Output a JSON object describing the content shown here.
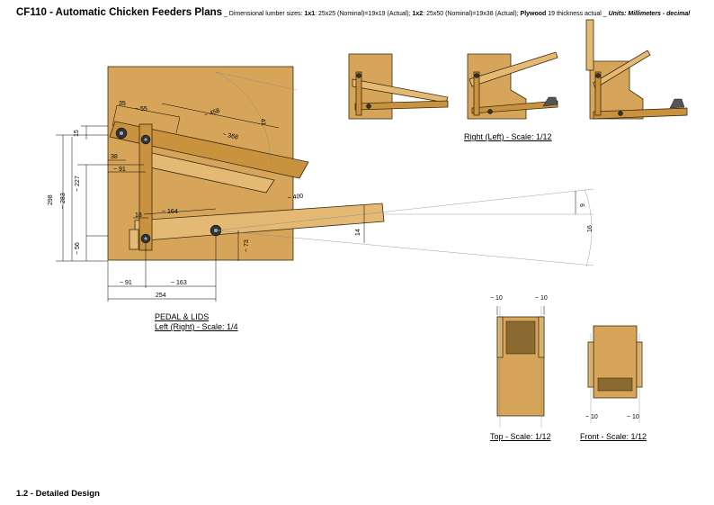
{
  "header": {
    "title": "CF110 - Automatic Chicken Feeders Plans",
    "sep1": " _ Dimensional lumber sizes: ",
    "l1": "1x1",
    "t1": ": 25x25 (Nominal)=19x19 (Actual); ",
    "l2": "1x2",
    "t2": ": 25x50 (Nominal)=19x38 (Actual); ",
    "ply": "Plywood",
    "t3": " 19 thickness actual _ ",
    "units": "Units: Millimeters - decimal"
  },
  "captions": {
    "pedal_line1": "PEDAL & LIDS",
    "pedal_line2": "Left (Right) - Scale: 1/4",
    "right_view": "Right (Left) - Scale: 1/12",
    "top_view": "Top - Scale: 1/12",
    "front_view": "Front - Scale: 1/12"
  },
  "dimensions": {
    "d35": "35",
    "d55": "~ 55",
    "d458": "~ 458",
    "d41": "41",
    "d368": "~ 368",
    "d15": "15",
    "d38": "38",
    "d91a": "~ 91",
    "d298": "298",
    "d283": "~ 283",
    "d227": "~ 227",
    "d400": "~ 400",
    "d18": "18",
    "d164": "~ 164",
    "d9": "9",
    "d16": "16",
    "d14": "14",
    "d56": "~ 56",
    "d73": "~ 73",
    "d91b": "~ 91",
    "d163": "~ 163",
    "d254": "254",
    "top_10a": "~ 10",
    "top_10b": "~ 10",
    "front_10a": "~ 10",
    "front_10b": "~ 10"
  },
  "footer": {
    "label": "1.2 - Detailed Design"
  }
}
